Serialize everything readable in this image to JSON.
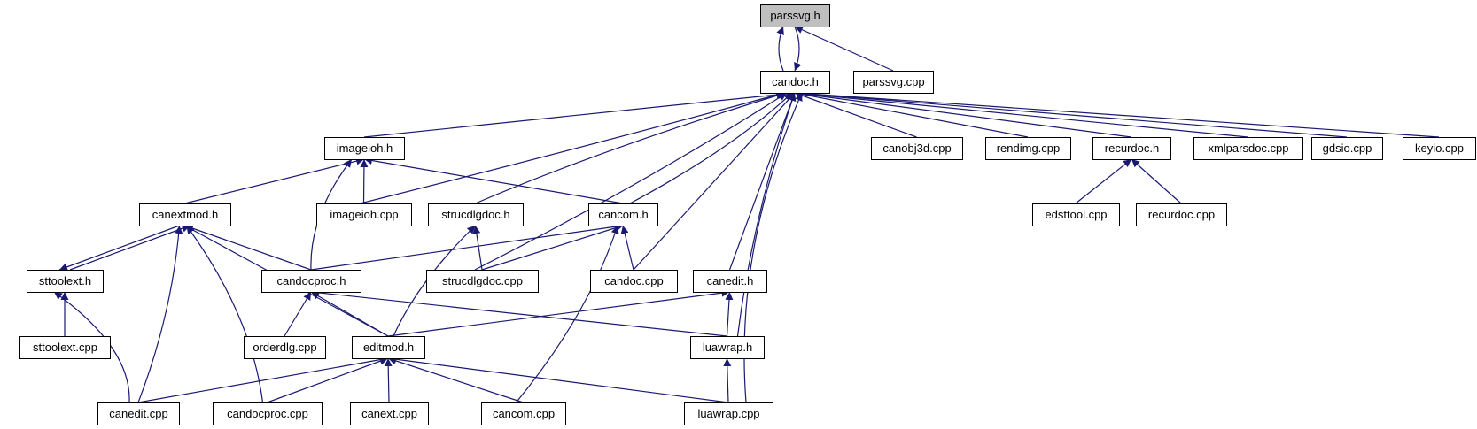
{
  "colors": {
    "edge": "#191970",
    "node_fill": "#ffffff",
    "focus_fill": "#bfbfbf",
    "node_border": "#000000"
  },
  "focus_node": "parssvg",
  "nodes": [
    {
      "id": "parssvg",
      "label": "parssvg.h"
    },
    {
      "id": "candoc_h",
      "label": "candoc.h"
    },
    {
      "id": "parssvg_cpp",
      "label": "parssvg.cpp"
    },
    {
      "id": "imageioh_h",
      "label": "imageioh.h"
    },
    {
      "id": "canobj3d",
      "label": "canobj3d.cpp"
    },
    {
      "id": "rendimg",
      "label": "rendimg.cpp"
    },
    {
      "id": "recurdoc_h",
      "label": "recurdoc.h"
    },
    {
      "id": "xmlparsdoc",
      "label": "xmlparsdoc.cpp"
    },
    {
      "id": "gdsio",
      "label": "gdsio.cpp"
    },
    {
      "id": "keyio",
      "label": "keyio.cpp"
    },
    {
      "id": "canextmod_h",
      "label": "canextmod.h"
    },
    {
      "id": "imageioh_cpp",
      "label": "imageioh.cpp"
    },
    {
      "id": "strucdlgdoc_h",
      "label": "strucdlgdoc.h"
    },
    {
      "id": "cancom_h",
      "label": "cancom.h"
    },
    {
      "id": "edsttool",
      "label": "edsttool.cpp"
    },
    {
      "id": "recurdoc_cpp",
      "label": "recurdoc.cpp"
    },
    {
      "id": "sttoolext_h",
      "label": "sttoolext.h"
    },
    {
      "id": "candocproc_h",
      "label": "candocproc.h"
    },
    {
      "id": "strucdlgdoc_cpp",
      "label": "strucdlgdoc.cpp"
    },
    {
      "id": "candoc_cpp",
      "label": "candoc.cpp"
    },
    {
      "id": "canedit_h",
      "label": "canedit.h"
    },
    {
      "id": "sttoolext_cpp",
      "label": "sttoolext.cpp"
    },
    {
      "id": "orderdlg",
      "label": "orderdlg.cpp"
    },
    {
      "id": "editmod_h",
      "label": "editmod.h"
    },
    {
      "id": "luawrap_h",
      "label": "luawrap.h"
    },
    {
      "id": "canedit_cpp",
      "label": "canedit.cpp"
    },
    {
      "id": "candocproc_cpp",
      "label": "candocproc.cpp"
    },
    {
      "id": "canext_cpp",
      "label": "canext.cpp"
    },
    {
      "id": "cancom_cpp",
      "label": "cancom.cpp"
    },
    {
      "id": "luawrap_cpp",
      "label": "luawrap.cpp"
    }
  ],
  "edges": [
    {
      "from": "candoc_h",
      "to": "parssvg"
    },
    {
      "from": "parssvg",
      "to": "candoc_h"
    },
    {
      "from": "parssvg_cpp",
      "to": "parssvg"
    },
    {
      "from": "imageioh_h",
      "to": "candoc_h"
    },
    {
      "from": "canobj3d",
      "to": "candoc_h"
    },
    {
      "from": "rendimg",
      "to": "candoc_h"
    },
    {
      "from": "recurdoc_h",
      "to": "candoc_h"
    },
    {
      "from": "xmlparsdoc",
      "to": "candoc_h"
    },
    {
      "from": "gdsio",
      "to": "candoc_h"
    },
    {
      "from": "keyio",
      "to": "candoc_h"
    },
    {
      "from": "imageioh_cpp",
      "to": "candoc_h"
    },
    {
      "from": "strucdlgdoc_h",
      "to": "candoc_h"
    },
    {
      "from": "strucdlgdoc_cpp",
      "to": "candoc_h"
    },
    {
      "from": "cancom_h",
      "to": "candoc_h"
    },
    {
      "from": "candoc_cpp",
      "to": "candoc_h"
    },
    {
      "from": "canedit_h",
      "to": "candoc_h"
    },
    {
      "from": "luawrap_h",
      "to": "candoc_h"
    },
    {
      "from": "luawrap_cpp",
      "to": "candoc_h"
    },
    {
      "from": "canextmod_h",
      "to": "imageioh_h"
    },
    {
      "from": "imageioh_cpp",
      "to": "imageioh_h"
    },
    {
      "from": "candocproc_h",
      "to": "imageioh_h"
    },
    {
      "from": "cancom_h",
      "to": "imageioh_h"
    },
    {
      "from": "edsttool",
      "to": "recurdoc_h"
    },
    {
      "from": "recurdoc_cpp",
      "to": "recurdoc_h"
    },
    {
      "from": "sttoolext_h",
      "to": "canextmod_h"
    },
    {
      "from": "canextmod_h",
      "to": "sttoolext_h"
    },
    {
      "from": "candocproc_h",
      "to": "canextmod_h"
    },
    {
      "from": "editmod_h",
      "to": "canextmod_h"
    },
    {
      "from": "canedit_cpp",
      "to": "canextmod_h"
    },
    {
      "from": "candocproc_cpp",
      "to": "canextmod_h"
    },
    {
      "from": "strucdlgdoc_cpp",
      "to": "strucdlgdoc_h"
    },
    {
      "from": "editmod_h",
      "to": "strucdlgdoc_h"
    },
    {
      "from": "candocproc_h",
      "to": "cancom_h"
    },
    {
      "from": "strucdlgdoc_cpp",
      "to": "cancom_h"
    },
    {
      "from": "candoc_cpp",
      "to": "cancom_h"
    },
    {
      "from": "cancom_cpp",
      "to": "cancom_h"
    },
    {
      "from": "sttoolext_cpp",
      "to": "sttoolext_h"
    },
    {
      "from": "canedit_cpp",
      "to": "sttoolext_h"
    },
    {
      "from": "orderdlg",
      "to": "candocproc_h"
    },
    {
      "from": "editmod_h",
      "to": "candocproc_h"
    },
    {
      "from": "luawrap_h",
      "to": "candocproc_h"
    },
    {
      "from": "editmod_h",
      "to": "canedit_h"
    },
    {
      "from": "luawrap_h",
      "to": "canedit_h"
    },
    {
      "from": "canedit_cpp",
      "to": "editmod_h"
    },
    {
      "from": "candocproc_cpp",
      "to": "editmod_h"
    },
    {
      "from": "canext_cpp",
      "to": "editmod_h"
    },
    {
      "from": "cancom_cpp",
      "to": "editmod_h"
    },
    {
      "from": "luawrap_cpp",
      "to": "editmod_h"
    },
    {
      "from": "luawrap_cpp",
      "to": "luawrap_h"
    }
  ]
}
